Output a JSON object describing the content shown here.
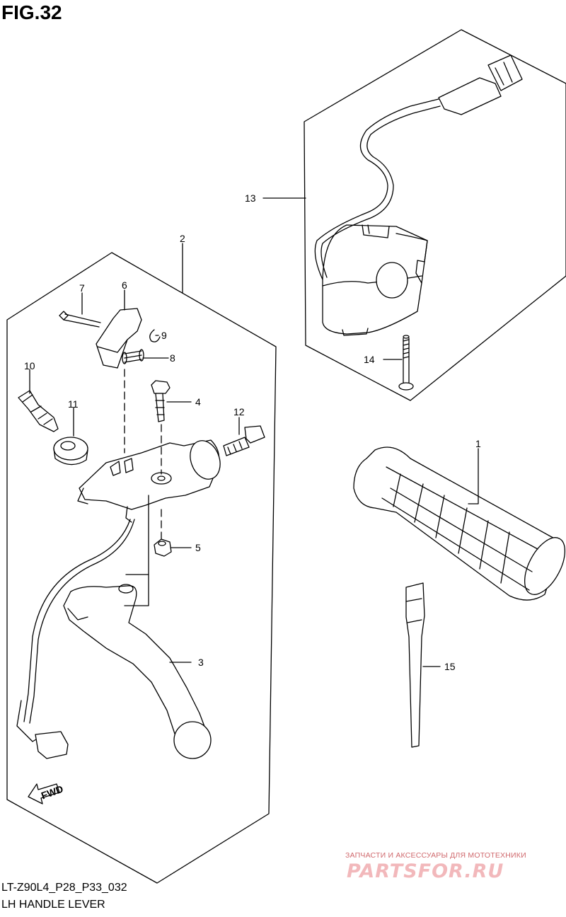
{
  "figure": {
    "title": "FIG.32",
    "code": "LT-Z90L4_P28_P33_032",
    "caption": "LH HANDLE LEVER"
  },
  "callouts": [
    "1",
    "2",
    "3",
    "4",
    "5",
    "6",
    "7",
    "8",
    "9",
    "10",
    "11",
    "12",
    "13",
    "14",
    "15"
  ],
  "fwd_label": "FWD",
  "watermark": {
    "tagline": "ЗАПЧАСТИ И АКСЕССУАРЫ ДЛЯ МОТОТЕХНИКИ",
    "logo_text": "PARTSFOR.RU"
  }
}
